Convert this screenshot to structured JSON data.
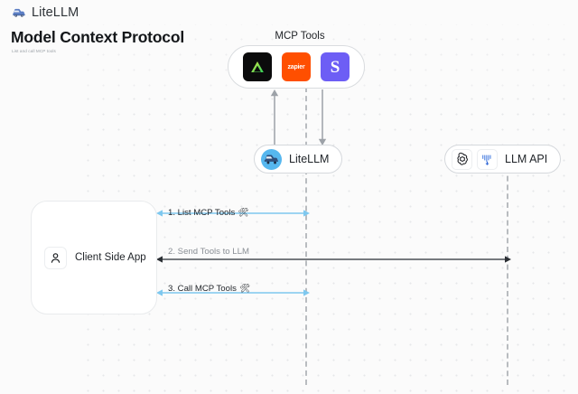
{
  "brand": {
    "name": "LiteLLM",
    "logo_icon": "litellm-logo-icon"
  },
  "page": {
    "title": "Model Context Protocol",
    "subtitle": "List and call MCP tools"
  },
  "diagram": {
    "type": "sequence-diagram",
    "mcp_tools_group": {
      "label": "MCP Tools",
      "tools": [
        {
          "name": "linear",
          "icon": "triangle-icon",
          "bg": "#0b0b0c",
          "fg": "#7bd13a"
        },
        {
          "name": "zapier",
          "icon": "zapier-wordmark",
          "label": "zapier",
          "bg": "#ff4f00",
          "fg": "#ffffff"
        },
        {
          "name": "slack",
          "icon": "letter-s-icon",
          "label": "S",
          "bg": "#6d5ef5",
          "fg": "#ffffff"
        }
      ]
    },
    "nodes": [
      {
        "id": "litellm",
        "label": "LiteLLM",
        "icon": "litellm-avatar-icon"
      },
      {
        "id": "llm_api",
        "label": "LLM API",
        "icons": [
          "openai-logo-icon",
          "anthropic-logo-icon"
        ]
      },
      {
        "id": "client",
        "label": "Client Side App",
        "icon": "user-icon"
      }
    ],
    "messages": [
      {
        "step": "1.",
        "label": "1. List MCP Tools",
        "glyph": "🛠",
        "color": "#7ec8ef",
        "direction": "bidirectional",
        "from": "client",
        "to": "litellm"
      },
      {
        "step": "2.",
        "label": "2. Send Tools to LLM",
        "glyph": "",
        "color": "#4a4f55",
        "direction": "bidirectional",
        "from": "client",
        "to": "llm_api"
      },
      {
        "step": "3.",
        "label": "3. Call MCP Tools",
        "glyph": "🛠",
        "color": "#7ec8ef",
        "direction": "bidirectional",
        "from": "client",
        "to": "litellm"
      }
    ],
    "tool_links": [
      {
        "id": "list-tools-up",
        "direction": "up",
        "from": "litellm",
        "to": "mcp_tools"
      },
      {
        "id": "call-tools-down",
        "direction": "down",
        "from": "litellm",
        "to": "mcp_tools"
      }
    ]
  },
  "colors": {
    "canvas_bg": "#fbfbfb",
    "dot_grid": "#e6e7e9",
    "lifeline": "#b9bcc0",
    "accent_blue": "#7ec8ef",
    "dark_arrow": "#4a4f55",
    "text_primary": "#1f2328",
    "text_muted": "#8b9096"
  }
}
